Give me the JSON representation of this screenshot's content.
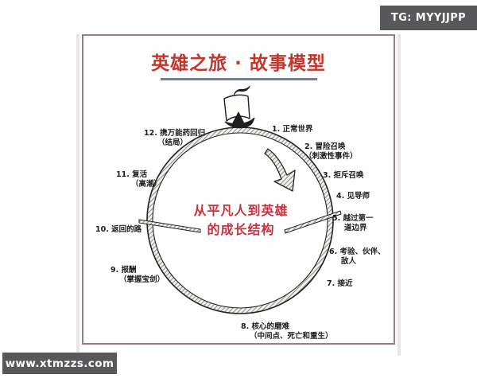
{
  "watermarks": {
    "telegram": "TG: MYYJJPP",
    "website": "www.xtmzzs.com"
  },
  "diagram": {
    "title": "英雄之旅 · 故事模型",
    "center_text": {
      "line1": "从平凡人到英雄",
      "line2": "的成长结构"
    },
    "stages": [
      {
        "label": "1.  正常世界",
        "sub": ""
      },
      {
        "label": "2.  冒险召唤",
        "sub": "（刺激性事件）"
      },
      {
        "label": "3.  拒斥召唤",
        "sub": ""
      },
      {
        "label": "4.  见导师",
        "sub": ""
      },
      {
        "label": "5.  越过第一",
        "sub": "道边界"
      },
      {
        "label": "6.  考验、伙伴、",
        "sub": "敌人"
      },
      {
        "label": "7.  接近",
        "sub": ""
      },
      {
        "label": "8.  核心的磨难",
        "sub": "（中间点、死亡和重生）"
      },
      {
        "label": "9.  报酬",
        "sub": "（掌握宝剑）"
      },
      {
        "label": "10.  返回的路",
        "sub": ""
      },
      {
        "label": "11.  复活",
        "sub": "（高潮）"
      },
      {
        "label": "12.  携万能药回归",
        "sub": "（结局）"
      }
    ],
    "icons": {
      "sailboat": "sailboat-icon",
      "flow_arrow": "clockwise-arrow-icon"
    },
    "colors": {
      "title_red": "#c2362e",
      "center_red": "#c8323e",
      "title_underline": "#76828f",
      "frame_border": "#997e85",
      "badge_background": "#58585a",
      "ink": "#1d1d1d"
    }
  }
}
